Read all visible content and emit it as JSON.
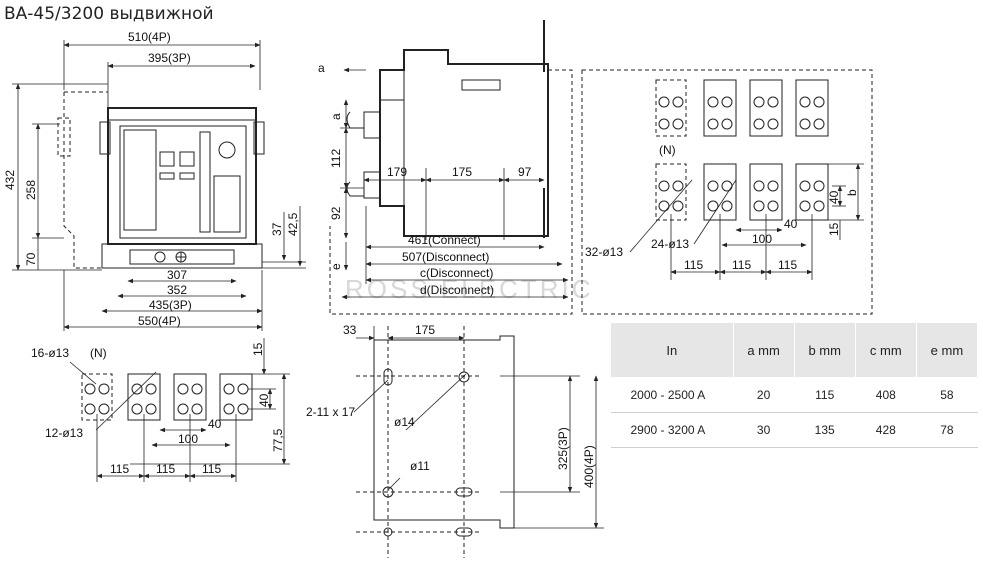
{
  "title": "ВА-45/3200 выдвижной",
  "watermark": "ROSS ELECTRIC",
  "front_view": {
    "width_4p": "510(4P)",
    "width_3p": "395(3P)",
    "height_total": "432",
    "height_mid": "258",
    "height_low": "70",
    "dim_37": "37",
    "dim_42_5": "42,5",
    "base_307": "307",
    "base_352": "352",
    "base_435": "435(3P)",
    "base_550": "550(4P)"
  },
  "side_view": {
    "dim_a_top": "a",
    "dim_a": "a",
    "dim_112": "112",
    "dim_92": "92",
    "dim_e": "e",
    "dim_179": "179",
    "dim_175": "175",
    "dim_97": "97",
    "connect": "461(Connect)",
    "disconnect_507": "507(Disconnect)",
    "disconnect_c": "c(Disconnect)",
    "disconnect_d": "d(Disconnect)"
  },
  "terminal_view_right": {
    "neutral": "(N)",
    "holes_32": "32-ø13",
    "holes_24": "24-ø13",
    "dim_40_h": "40",
    "dim_b": "b",
    "dim_15": "15",
    "dim_100": "100",
    "dim_40": "40",
    "pitch": [
      "115",
      "115",
      "115"
    ]
  },
  "terminal_view_left": {
    "holes_16": "16-ø13",
    "neutral": "(N)",
    "holes_12": "12-ø13",
    "dim_15": "15",
    "dim_40_h": "40",
    "dim_77_5": "77,5",
    "dim_40": "40",
    "dim_100": "100",
    "pitch": [
      "115",
      "115",
      "115"
    ]
  },
  "mounting_view": {
    "dim_33": "33",
    "dim_175": "175",
    "slot": "2-11 x 17",
    "hole_14": "ø14",
    "hole_11": "ø11",
    "dim_325": "325(3P)",
    "dim_400": "400(4P)"
  },
  "table": {
    "headers": [
      "In",
      "a mm",
      "b mm",
      "c mm",
      "e mm"
    ],
    "rows": [
      [
        "2000 - 2500 A",
        "20",
        "115",
        "408",
        "58"
      ],
      [
        "2900 - 3200 A",
        "30",
        "135",
        "428",
        "78"
      ]
    ]
  }
}
